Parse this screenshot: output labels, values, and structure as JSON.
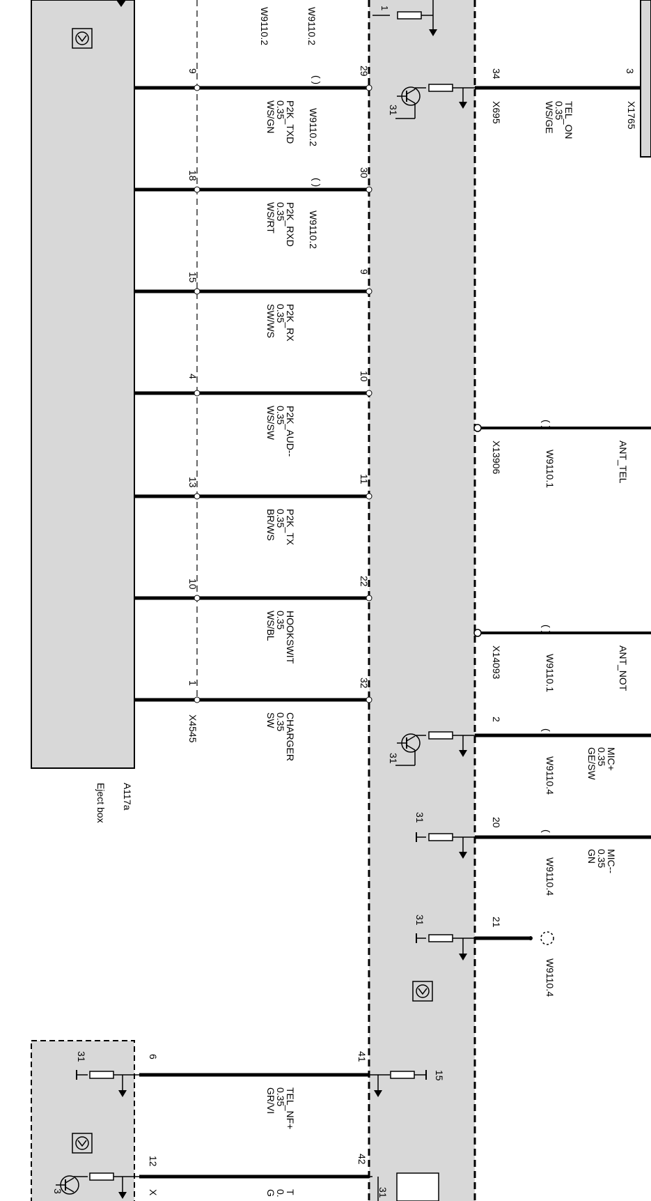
{
  "eject_box": {
    "designation": "A117a",
    "name": "Eject box"
  },
  "connector_left": "X4545",
  "rows": [
    {
      "pin_left": "9",
      "pin_mid": "29",
      "signal": "P2K_TXD",
      "gauge": "0.35",
      "color": "WS/GN"
    },
    {
      "pin_left": "18",
      "pin_mid": "30",
      "signal": "P2K_RXD",
      "gauge": "0.35",
      "color": "WS/RT"
    },
    {
      "pin_left": "15",
      "pin_mid": "9",
      "signal": "P2K_RX",
      "gauge": "0.35",
      "color": "SW/WS"
    },
    {
      "pin_left": "4",
      "pin_mid": "10",
      "signal": "P2K_AUD--",
      "gauge": "0.35",
      "color": "WS/SW"
    },
    {
      "pin_left": "13",
      "pin_mid": "11",
      "signal": "P2K_TX",
      "gauge": "0.35",
      "color": "BR/WS"
    },
    {
      "pin_left": "10",
      "pin_mid": "22",
      "signal": "HOOKSWIT",
      "gauge": "0.35",
      "color": "WS/BL"
    },
    {
      "pin_left": "1",
      "pin_mid": "32",
      "signal": "CHARGER",
      "gauge": "0.35",
      "color": "SW"
    }
  ],
  "shield_labels": {
    "top_a": "W9110.2",
    "top_b": "W9110.2",
    "row1": "W9110.2",
    "row2": "W9110.2"
  },
  "right_lines": {
    "tel_on": {
      "pin": "34",
      "pin_far": "3",
      "signal": "TEL_ON",
      "gauge": "0.35",
      "color": "WS/GE",
      "conn_a": "X695",
      "conn_b": "X1765"
    },
    "ant_tel": {
      "signal": "ANT_TEL",
      "conn": "X13906",
      "shield": "W9110.1"
    },
    "ant_not": {
      "signal": "ANT_NOT",
      "conn": "X14093",
      "shield": "W9110.1"
    },
    "mic_plus": {
      "pin": "2",
      "signal": "MIC+",
      "gauge": "0.35",
      "color": "GE/SW",
      "shield": "W9110.4"
    },
    "mic_minus": {
      "pin": "20",
      "signal": "MIC--",
      "gauge": "0.35",
      "color": "GN",
      "shield": "W9110.4"
    },
    "pin21": {
      "pin": "21",
      "shield": "W9110.4"
    }
  },
  "bottom": {
    "tel_nf": {
      "pin_left": "6",
      "pin_mid": "41",
      "signal": "TEL_NF+",
      "gauge": "0.35",
      "color": "GR/VI",
      "ground": "15"
    },
    "row42": {
      "pin_left": "12",
      "pin_mid": "42",
      "signal_partial": "T",
      "gauge_partial": "0.",
      "color_partial": "G",
      "conn_partial": "X",
      "ground": "31"
    }
  },
  "ground": {
    "g31": "31",
    "g1": "1",
    "g3": "3"
  }
}
